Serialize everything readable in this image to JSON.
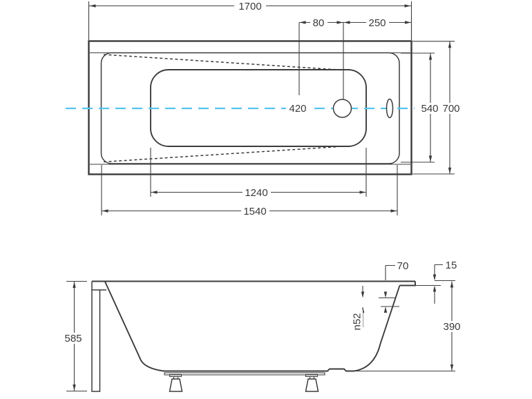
{
  "drawing_title": "bathtub-dimension-drawing",
  "colors": {
    "line": "#3b3b3b",
    "centerline_accent": "#55c3f2",
    "background": "#ffffff"
  },
  "top_view": {
    "dims": {
      "overall_length": "1700",
      "drain_spacing": "80",
      "drain_to_end": "250",
      "centerline_value": "420",
      "inner_width": "540",
      "overall_width": "700",
      "basin_length": "1240",
      "inner_length": "1540"
    }
  },
  "side_view": {
    "dims": {
      "rim_inset": "70",
      "rim_lip": "15",
      "overflow_diameter": "n52",
      "body_height": "390",
      "overall_height": "585"
    }
  }
}
